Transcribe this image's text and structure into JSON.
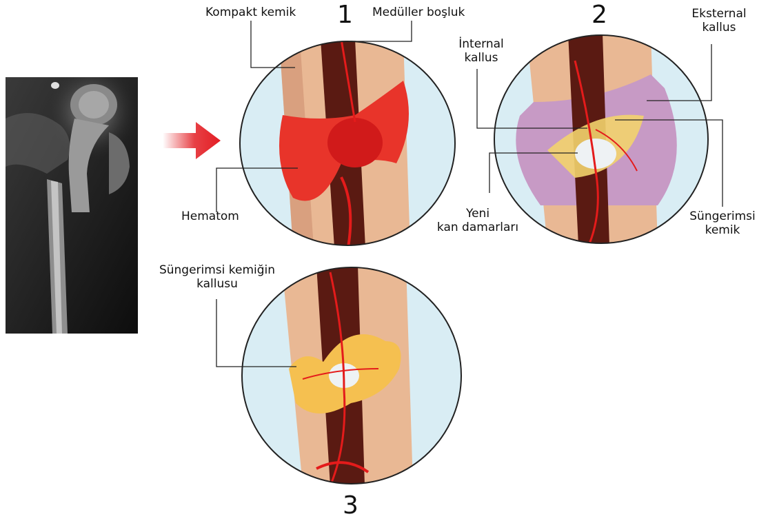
{
  "stages": {
    "one": "1",
    "two": "2",
    "three": "3"
  },
  "labels": {
    "compact_bone": "Kompakt kemik",
    "medullary_cavity": "Medüller boşluk",
    "hematoma": "Hematom",
    "internal_callus_1": "İnternal",
    "internal_callus_2": "kallus",
    "external_callus_1": "Eksternal",
    "external_callus_2": "kallus",
    "new_vessels_1": "Yeni",
    "new_vessels_2": "kan damarları",
    "spongy_bone_1": "Süngerimsi",
    "spongy_bone_2": "kemik",
    "spongy_callus_1": "Süngerimsi kemiğin",
    "spongy_callus_2": "kallusu"
  },
  "colors": {
    "bone": "#e9b894",
    "bone_shadow": "#c9876a",
    "marrow": "#5a1a12",
    "blood": "#e41b1b",
    "hematoma": "#e8342a",
    "background_circle": "#d9edf4",
    "external_callus": "#c79ac5",
    "internal_callus": "#f2d36d",
    "spongy_callus": "#f5c050",
    "arrow": "#e31e24",
    "xray_bg": "#1e1e1e"
  }
}
